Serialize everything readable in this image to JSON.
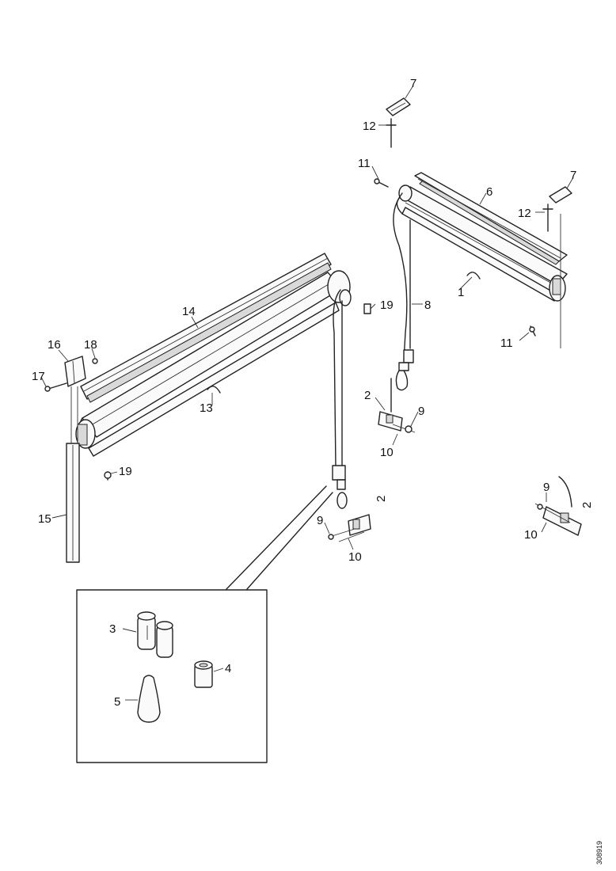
{
  "callouts": [
    {
      "id": "c1",
      "text": "1"
    },
    {
      "id": "c2a",
      "text": "2"
    },
    {
      "id": "c2b",
      "text": "2"
    },
    {
      "id": "c2c",
      "text": "2"
    },
    {
      "id": "c3",
      "text": "3"
    },
    {
      "id": "c4",
      "text": "4"
    },
    {
      "id": "c5",
      "text": "5"
    },
    {
      "id": "c6",
      "text": "6"
    },
    {
      "id": "c7a",
      "text": "7"
    },
    {
      "id": "c7b",
      "text": "7"
    },
    {
      "id": "c8",
      "text": "8"
    },
    {
      "id": "c9a",
      "text": "9"
    },
    {
      "id": "c9b",
      "text": "9"
    },
    {
      "id": "c9c",
      "text": "9"
    },
    {
      "id": "c10a",
      "text": "10"
    },
    {
      "id": "c10b",
      "text": "10"
    },
    {
      "id": "c10c",
      "text": "10"
    },
    {
      "id": "c11a",
      "text": "11"
    },
    {
      "id": "c11b",
      "text": "11"
    },
    {
      "id": "c12a",
      "text": "12"
    },
    {
      "id": "c12b",
      "text": "12"
    },
    {
      "id": "c13",
      "text": "13"
    },
    {
      "id": "c14",
      "text": "14"
    },
    {
      "id": "c15",
      "text": "15"
    },
    {
      "id": "c16",
      "text": "16"
    },
    {
      "id": "c17",
      "text": "17"
    },
    {
      "id": "c18",
      "text": "18"
    },
    {
      "id": "c19a",
      "text": "19"
    },
    {
      "id": "c19b",
      "text": "19"
    }
  ],
  "drawing_code": "308919"
}
